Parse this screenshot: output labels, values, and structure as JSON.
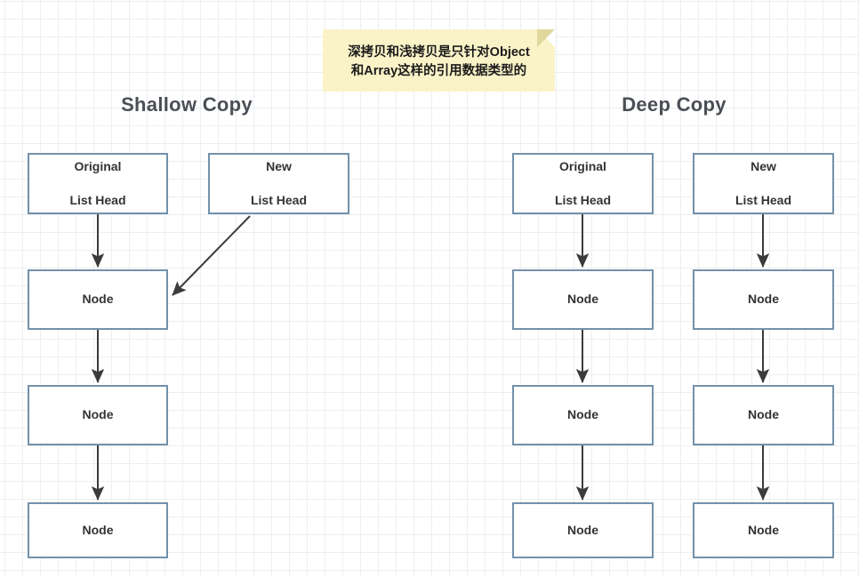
{
  "diagram": {
    "title_shallow": "Shallow Copy",
    "title_deep": "Deep Copy",
    "note": {
      "line1": "深拷贝和浅拷贝是只针对Object",
      "line2": "和Array这样的引用数据类型的"
    },
    "labels": {
      "original": "Original",
      "new": "New",
      "list_head": "List Head",
      "node": "Node"
    },
    "colors": {
      "box_border": "#7391ab",
      "box_fill": "#ffffff",
      "arrow": "#3b3b3b",
      "title_text": "#4a4f56",
      "note_fill": "#faf3c8",
      "note_fold": "#e0d79d",
      "grid_minor": "#eceef0",
      "grid_major": "#e2e5e8",
      "canvas": "#ffffff"
    },
    "shallow_copy": {
      "original_chain": [
        {
          "line1": "Original",
          "line2": "List Head"
        },
        {
          "line1": "Node"
        },
        {
          "line1": "Node"
        },
        {
          "line1": "Node"
        }
      ],
      "new_head": {
        "line1": "New",
        "line2": "List Head"
      }
    },
    "deep_copy": {
      "original_chain": [
        {
          "line1": "Original",
          "line2": "List Head"
        },
        {
          "line1": "Node"
        },
        {
          "line1": "Node"
        },
        {
          "line1": "Node"
        }
      ],
      "new_chain": [
        {
          "line1": "New",
          "line2": "List Head"
        },
        {
          "line1": "Node"
        },
        {
          "line1": "Node"
        },
        {
          "line1": "Node"
        }
      ]
    }
  }
}
